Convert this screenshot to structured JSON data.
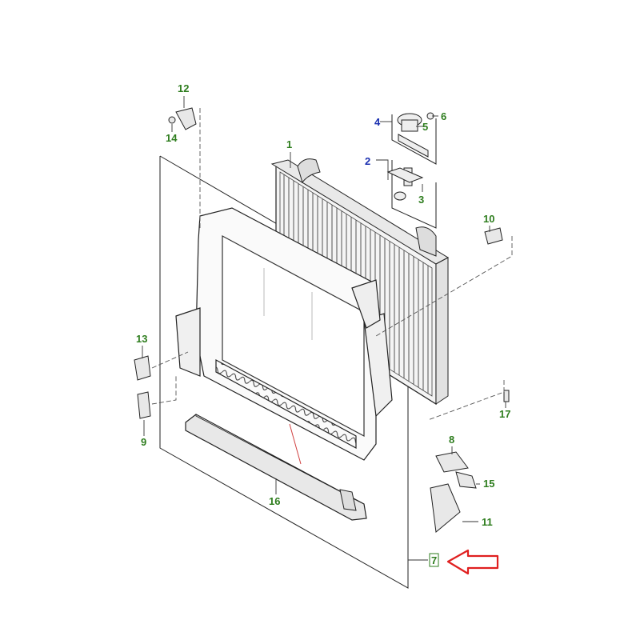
{
  "diagram": {
    "callouts": [
      {
        "id": "c1",
        "label": "1",
        "color": "#2e7d1e"
      },
      {
        "id": "c2",
        "label": "2",
        "color": "#1a2fb0"
      },
      {
        "id": "c3",
        "label": "3",
        "color": "#2e7d1e"
      },
      {
        "id": "c4",
        "label": "4",
        "color": "#1a2fb0"
      },
      {
        "id": "c5",
        "label": "5",
        "color": "#2e7d1e"
      },
      {
        "id": "c6",
        "label": "6",
        "color": "#2e7d1e"
      },
      {
        "id": "c7",
        "label": "7",
        "color": "#2e7d1e"
      },
      {
        "id": "c8",
        "label": "8",
        "color": "#2e7d1e"
      },
      {
        "id": "c9",
        "label": "9",
        "color": "#2e7d1e"
      },
      {
        "id": "c10",
        "label": "10",
        "color": "#2e7d1e"
      },
      {
        "id": "c11",
        "label": "11",
        "color": "#2e7d1e"
      },
      {
        "id": "c12",
        "label": "12",
        "color": "#2e7d1e"
      },
      {
        "id": "c13",
        "label": "13",
        "color": "#2e7d1e"
      },
      {
        "id": "c14",
        "label": "14",
        "color": "#2e7d1e"
      },
      {
        "id": "c15",
        "label": "15",
        "color": "#2e7d1e"
      },
      {
        "id": "c16",
        "label": "16",
        "color": "#2e7d1e"
      },
      {
        "id": "c17",
        "label": "17",
        "color": "#2e7d1e"
      }
    ],
    "highlight": {
      "callout": "7",
      "arrow_color": "#e02020"
    }
  }
}
